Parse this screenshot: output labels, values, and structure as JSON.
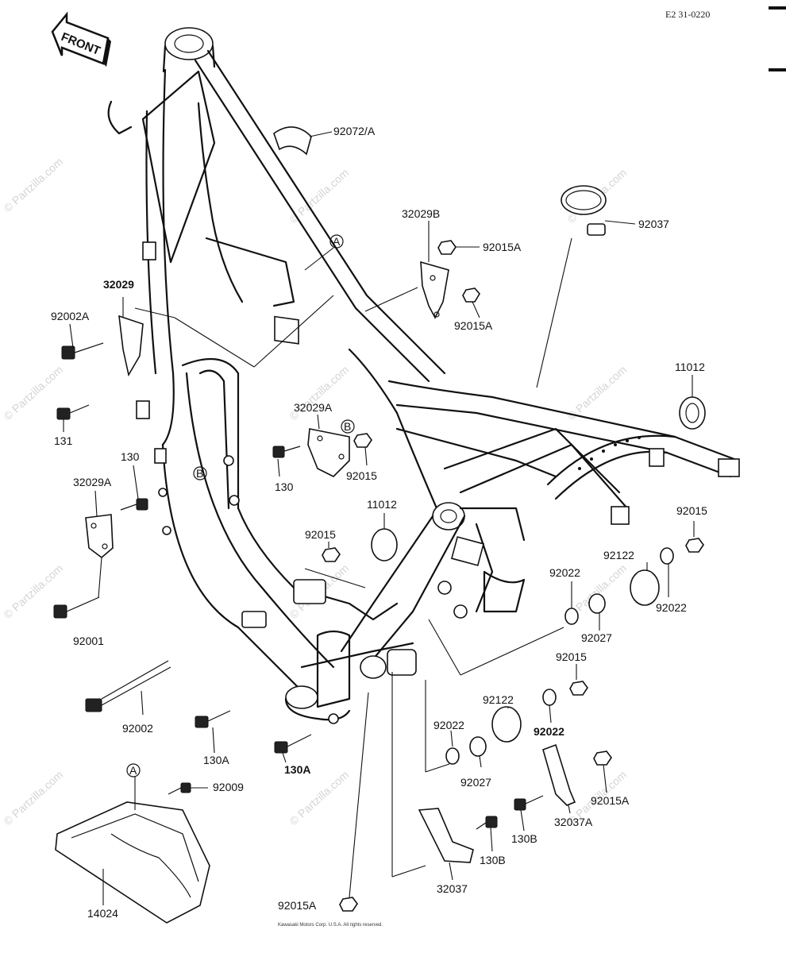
{
  "diagram": {
    "code": "E2 31-0220",
    "front_label": "FRONT",
    "watermark": "© Partzilla.com",
    "copyright": "Kawasaki Motors Corp. U.S.A. All rights reserved.",
    "callouts": [
      {
        "id": "c1",
        "text": "92072/A"
      },
      {
        "id": "c2",
        "text": "92037"
      },
      {
        "id": "c3",
        "text": "32029B"
      },
      {
        "id": "c4",
        "text": "92015A"
      },
      {
        "id": "c5",
        "text": "92015A"
      },
      {
        "id": "c6",
        "text": "32029",
        "bold": true
      },
      {
        "id": "c7",
        "text": "92002A"
      },
      {
        "id": "c8",
        "text": "11012"
      },
      {
        "id": "c9",
        "text": "131"
      },
      {
        "id": "c10",
        "text": "32029A"
      },
      {
        "id": "c11",
        "text": "130"
      },
      {
        "id": "c12",
        "text": "92015"
      },
      {
        "id": "c13",
        "text": "130"
      },
      {
        "id": "c14",
        "text": "32029A"
      },
      {
        "id": "c15",
        "text": "11012"
      },
      {
        "id": "c16",
        "text": "92015"
      },
      {
        "id": "c17",
        "text": "92015"
      },
      {
        "id": "c18",
        "text": "92122"
      },
      {
        "id": "c19",
        "text": "92022"
      },
      {
        "id": "c20",
        "text": "92022"
      },
      {
        "id": "c21",
        "text": "92001"
      },
      {
        "id": "c22",
        "text": "92027"
      },
      {
        "id": "c23",
        "text": "92015"
      },
      {
        "id": "c24",
        "text": "92002"
      },
      {
        "id": "c25",
        "text": "92122"
      },
      {
        "id": "c26",
        "text": "92022"
      },
      {
        "id": "c27",
        "text": "92022",
        "bold": true
      },
      {
        "id": "c28",
        "text": "130A"
      },
      {
        "id": "c29",
        "text": "130A",
        "bold": true
      },
      {
        "id": "c30",
        "text": "92027"
      },
      {
        "id": "c31",
        "text": "92009"
      },
      {
        "id": "c32",
        "text": "92015A"
      },
      {
        "id": "c33",
        "text": "130B"
      },
      {
        "id": "c34",
        "text": "130B"
      },
      {
        "id": "c35",
        "text": "32037A"
      },
      {
        "id": "c36",
        "text": "14024"
      },
      {
        "id": "c37",
        "text": "92015A"
      },
      {
        "id": "c38",
        "text": "32037"
      }
    ],
    "refs": [
      {
        "id": "rA1",
        "text": "A"
      },
      {
        "id": "rA2",
        "text": "A"
      },
      {
        "id": "rB1",
        "text": "B"
      },
      {
        "id": "rB2",
        "text": "B"
      }
    ]
  }
}
